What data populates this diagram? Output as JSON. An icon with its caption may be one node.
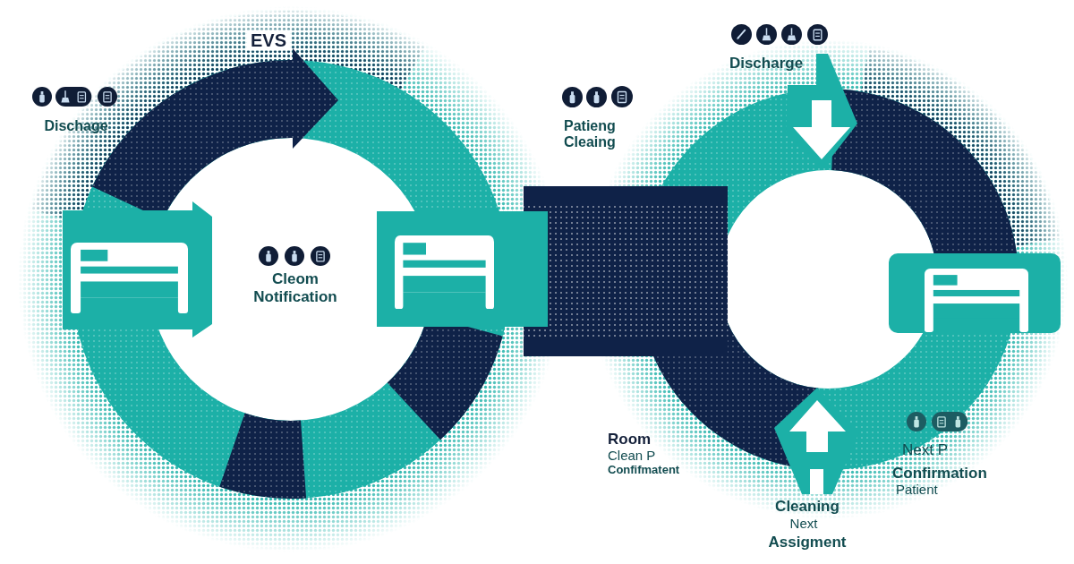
{
  "diagram": {
    "labels": [
      "EVS",
      "Discharge",
      "Dischage",
      "Patieng Cleaing",
      "Cleom Notification",
      "Room",
      "Clean P",
      "Confifmatent",
      "Next P",
      "Confirmation",
      "Patient",
      "Cleaning",
      "Next",
      "Assigment"
    ]
  }
}
